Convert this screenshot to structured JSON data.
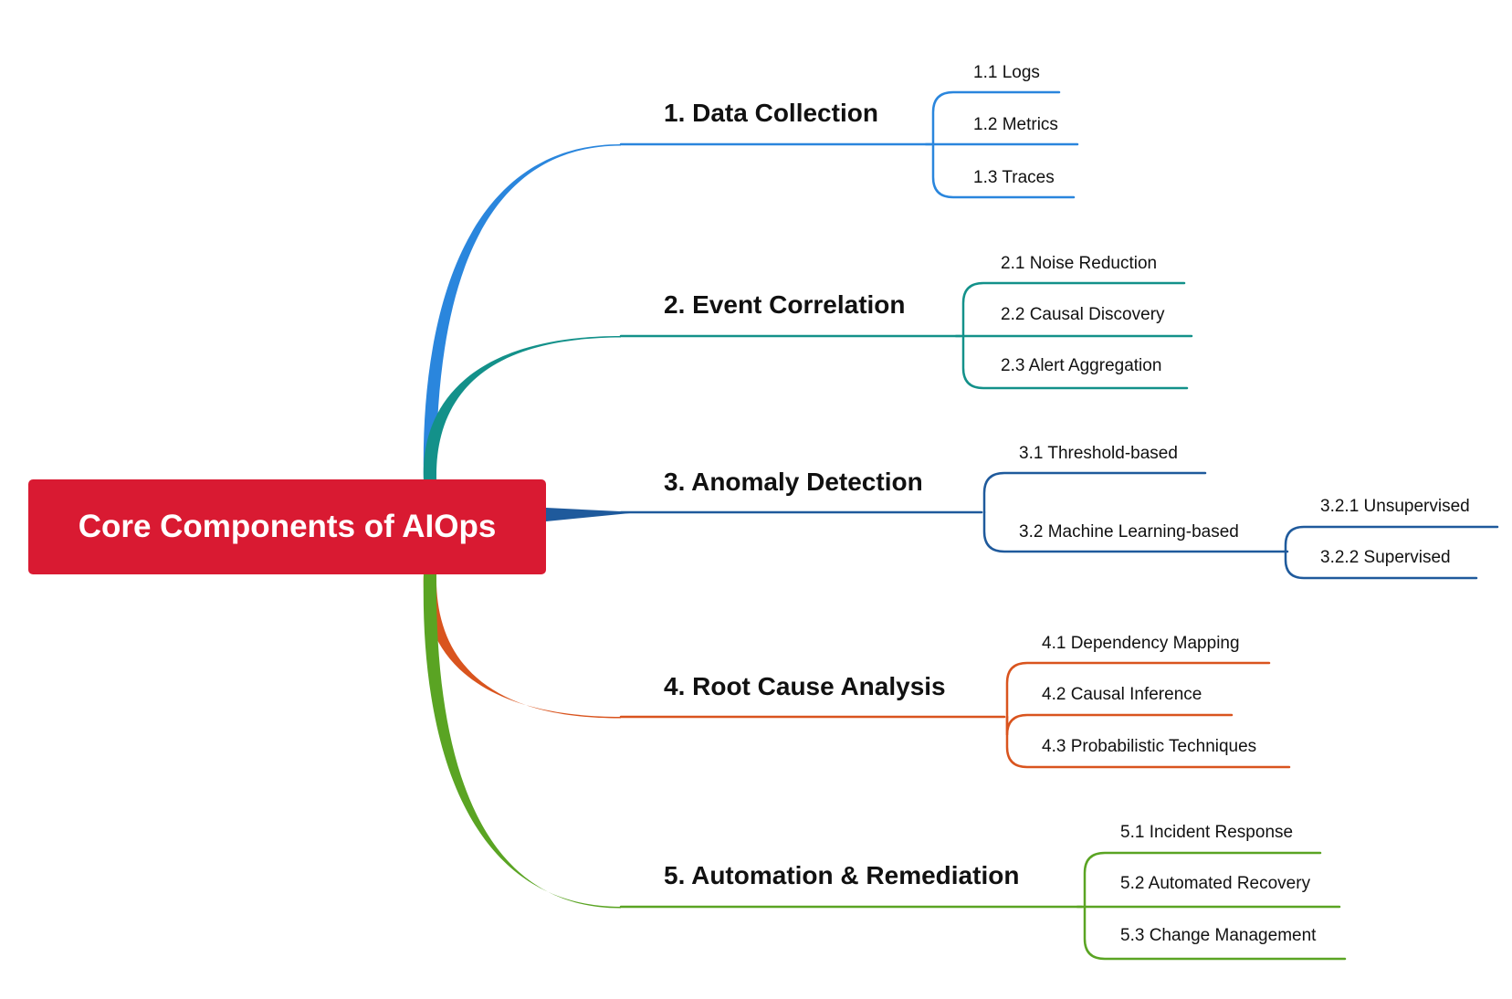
{
  "root": {
    "label": "Core Components of AIOps",
    "color": "#d91a32"
  },
  "branches": [
    {
      "label": "1. Data Collection",
      "color": "#2a86dd",
      "children": [
        {
          "label": "1.1 Logs"
        },
        {
          "label": "1.2 Metrics"
        },
        {
          "label": "1.3 Traces"
        }
      ]
    },
    {
      "label": "2. Event Correlation",
      "color": "#13918a",
      "children": [
        {
          "label": "2.1 Noise Reduction"
        },
        {
          "label": "2.2 Causal Discovery"
        },
        {
          "label": "2.3 Alert Aggregation"
        }
      ]
    },
    {
      "label": "3. Anomaly Detection",
      "color": "#1f5a9c",
      "children": [
        {
          "label": "3.1 Threshold-based"
        },
        {
          "label": "3.2 Machine Learning-based",
          "children": [
            {
              "label": "3.2.1 Unsupervised"
            },
            {
              "label": "3.2.2 Supervised"
            }
          ]
        }
      ]
    },
    {
      "label": "4. Root Cause Analysis",
      "color": "#d9541e",
      "children": [
        {
          "label": "4.1 Dependency Mapping"
        },
        {
          "label": "4.2 Causal Inference"
        },
        {
          "label": "4.3 Probabilistic Techniques"
        }
      ]
    },
    {
      "label": "5. Automation & Remediation",
      "color": "#5aa423",
      "children": [
        {
          "label": "5.1 Incident Response"
        },
        {
          "label": "5.2 Automated Recovery"
        },
        {
          "label": "5.3 Change Management"
        }
      ]
    }
  ]
}
